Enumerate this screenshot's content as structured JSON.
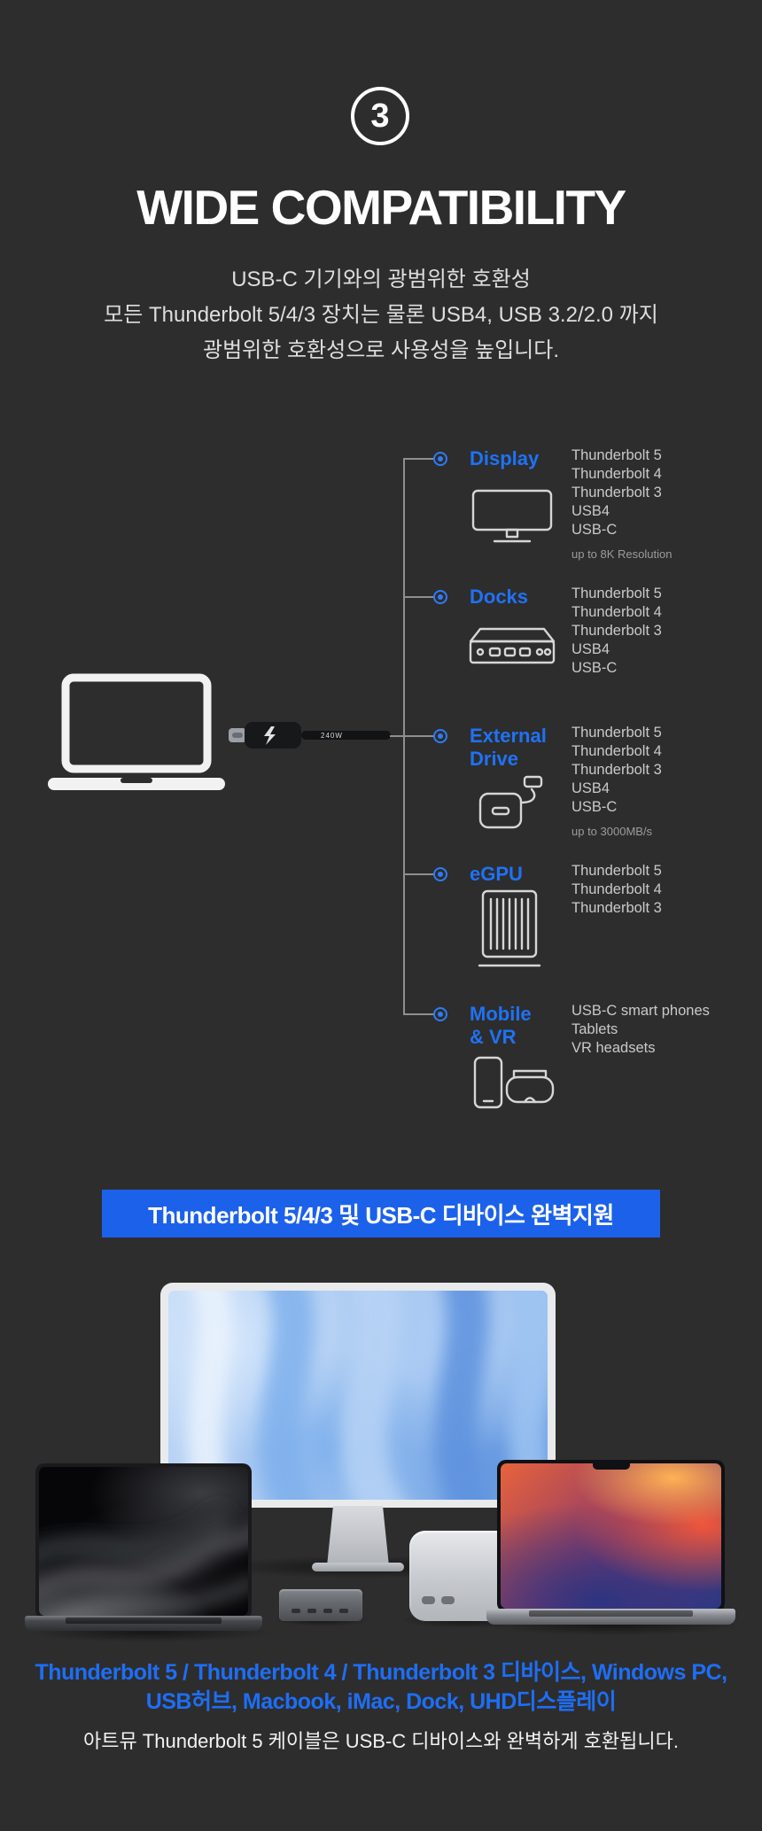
{
  "colors": {
    "background": "#2d2d2d",
    "accent_blue": "#1e6ef5",
    "banner_blue": "#1c61ea",
    "spec_text": "#c9c9c9"
  },
  "step_badge": {
    "number": "3"
  },
  "header": {
    "title": "WIDE COMPATIBILITY",
    "subtitle_lines": [
      "USB-C 기기와의 광범위한 호환성",
      "모든 Thunderbolt 5/4/3 장치는 물론 USB4, USB 3.2/2.0 까지",
      "광범위한 호환성으로 사용성을 높입니다."
    ]
  },
  "diagram": {
    "cable_label": "240W",
    "branches": [
      {
        "label": "Display",
        "icon": "monitor-icon",
        "specs": [
          "Thunderbolt 5",
          "Thunderbolt 4",
          "Thunderbolt 3",
          "USB4",
          "USB-C"
        ],
        "note": "up to 8K Resolution"
      },
      {
        "label": "Docks",
        "icon": "dock-icon",
        "specs": [
          "Thunderbolt 5",
          "Thunderbolt 4",
          "Thunderbolt 3",
          "USB4",
          "USB-C"
        ],
        "note": ""
      },
      {
        "label": "External\nDrive",
        "icon": "external-drive-icon",
        "specs": [
          "Thunderbolt 5",
          "Thunderbolt 4",
          "Thunderbolt 3",
          "USB4",
          "USB-C"
        ],
        "note": "up to 3000MB/s"
      },
      {
        "label": "eGPU",
        "icon": "egpu-icon",
        "specs": [
          "Thunderbolt 5",
          "Thunderbolt 4",
          "Thunderbolt 3"
        ],
        "note": ""
      },
      {
        "label": "Mobile\n& VR",
        "icon": "mobile-vr-icon",
        "specs": [
          "USB-C smart phones",
          "Tablets",
          "VR headsets"
        ],
        "note": ""
      }
    ]
  },
  "banner": {
    "text": "Thunderbolt 5/4/3 및 USB-C 디바이스 완벽지원"
  },
  "footer": {
    "blue_lines": [
      "Thunderbolt 5 / Thunderbolt 4 / Thunderbolt 3 디바이스, Windows PC,",
      "USB허브, Macbook, iMac, Dock, UHD디스플레이"
    ],
    "white_line": "아트뮤 Thunderbolt 5 케이블은 USB-C 디바이스와 완벽하게 호환됩니다."
  }
}
